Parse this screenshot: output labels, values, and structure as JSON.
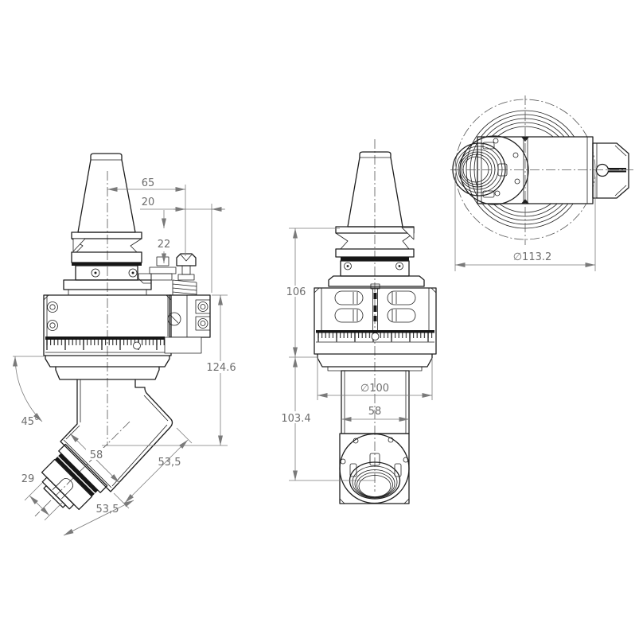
{
  "drawing": {
    "type": "technical-drawing",
    "subject": "45-degree angle head tool holder, three orthographic views",
    "colors": {
      "background": "#ffffff",
      "line": "#1f1f1f",
      "dimension": "#6e6e6e"
    }
  },
  "front_view": {
    "dims": {
      "d65": "65",
      "d20": "20",
      "d22": "22",
      "d124_6": "124.6",
      "d45": "45°",
      "d58": "58",
      "d53_5_upper": "53,5",
      "d53_5_lower": "53,5",
      "d29": "29"
    }
  },
  "side_view": {
    "dims": {
      "d106": "106",
      "d100": "∅100",
      "d58": "58",
      "d103_4": "103.4"
    }
  },
  "top_view": {
    "dims": {
      "d113_2": "∅113.2"
    }
  }
}
